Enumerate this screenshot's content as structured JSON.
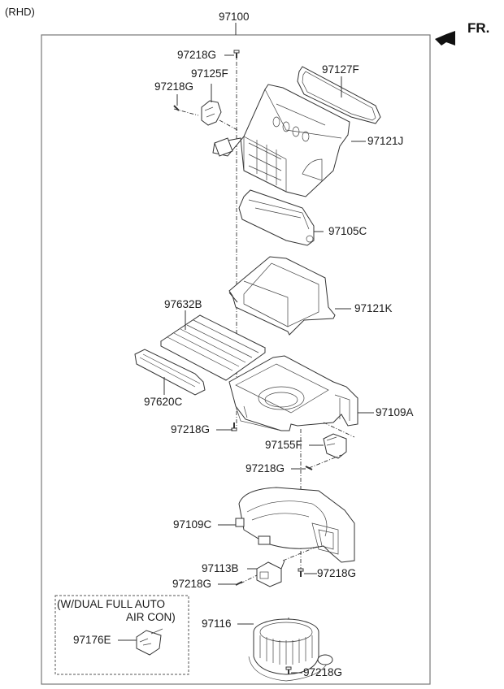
{
  "header": {
    "variant": "(RHD)",
    "assembly_number": "97100",
    "direction_label": "FR.",
    "direction_icon": "front-arrow-icon"
  },
  "parts": [
    {
      "id": "screw-top",
      "label": "97218G"
    },
    {
      "id": "actuator",
      "label": "97125F"
    },
    {
      "id": "screw-actuator",
      "label": "97218G"
    },
    {
      "id": "seal",
      "label": "97127F"
    },
    {
      "id": "intake-case-upper",
      "label": "97121J"
    },
    {
      "id": "door",
      "label": "97105C"
    },
    {
      "id": "intake-case-lower",
      "label": "97121K"
    },
    {
      "id": "air-filter",
      "label": "97632B"
    },
    {
      "id": "filter-cover",
      "label": "97620C"
    },
    {
      "id": "screw-case",
      "label": "97218G"
    },
    {
      "id": "blower-case-upper",
      "label": "97109A"
    },
    {
      "id": "actuator-2",
      "label": "97155F"
    },
    {
      "id": "screw-actuator-2",
      "label": "97218G"
    },
    {
      "id": "blower-case-lower",
      "label": "97109C"
    },
    {
      "id": "resistor",
      "label": "97113B"
    },
    {
      "id": "screw-resistor",
      "label": "97218G"
    },
    {
      "id": "screw-case-lower",
      "label": "97218G"
    },
    {
      "id": "blower-motor",
      "label": "97116"
    },
    {
      "id": "screw-motor",
      "label": "97218G"
    }
  ],
  "option_box": {
    "note_line1": "(W/DUAL FULL AUTO",
    "note_line2": "AIR CON)",
    "part_label": "97176E"
  }
}
